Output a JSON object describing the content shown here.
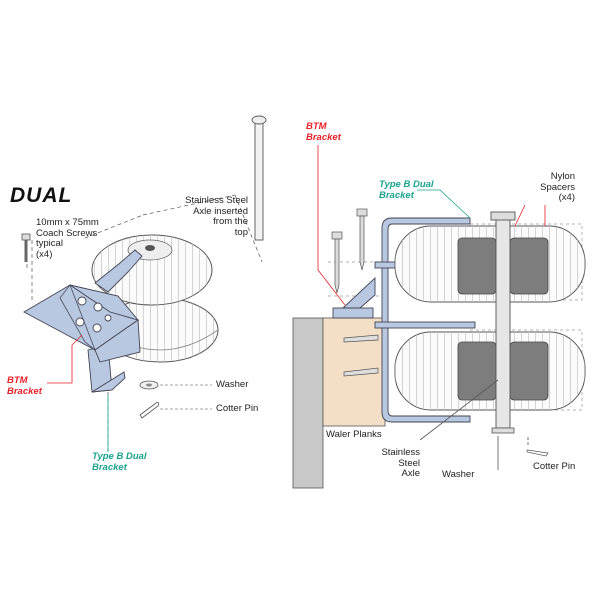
{
  "left_view": {
    "title": "DUAL",
    "labels": {
      "coach_screws": "10mm x 75mm\nCoach Screws\ntypical\n(x4)",
      "axle": "Stainless Steel\nAxle inserted\nfrom the\ntop",
      "btm_bracket": "BTM\nBracket",
      "washer": "Washer",
      "cotter_pin": "Cotter Pin",
      "type_b_bracket": "Type B Dual\nBracket"
    }
  },
  "right_view": {
    "labels": {
      "btm_bracket": "BTM\nBracket",
      "type_b_bracket": "Type B Dual\nBracket",
      "nylon_spacers": "Nylon\nSpacers\n(x4)",
      "waler_planks": "Waler Planks",
      "axle": "Stainless\nSteel\nAxle",
      "washer": "Washer",
      "cotter_pin": "Cotter Pin"
    }
  },
  "colors": {
    "callout_red": "#e8212b",
    "callout_teal": "#1aa38f",
    "steel": "#b8c8e0",
    "plank": "#f2dfc6",
    "spacer": "#7d7d7d",
    "wall": "#c8c8c8"
  }
}
